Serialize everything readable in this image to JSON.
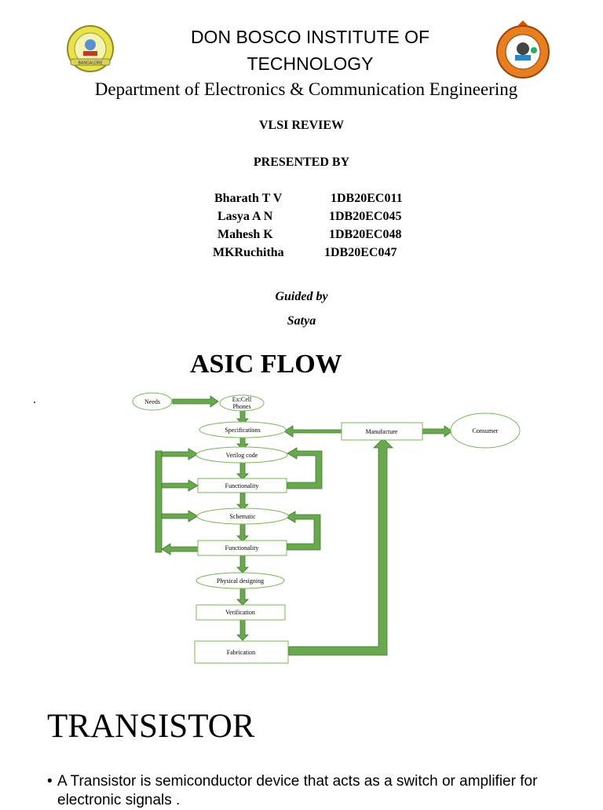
{
  "header": {
    "institute_line1": "DON BOSCO INSTITUTE OF",
    "institute_line2": "TECHNOLOGY",
    "department": "Department of Electronics & Communication Engineering",
    "left_logo_text": "BANGALORE",
    "right_logo_text": ""
  },
  "review_title": "VLSI REVIEW",
  "presented_by": "PRESENTED BY",
  "members": [
    {
      "name": "Bharath T V",
      "usn": "1DB20EC011"
    },
    {
      "name": "Lasya A N",
      "usn": "1DB20EC045"
    },
    {
      "name": "Mahesh K",
      "usn": "1DB20EC048"
    },
    {
      "name": "MKRuchitha",
      "usn": "1DB20EC047"
    }
  ],
  "guided_by": "Guided by",
  "guide_name": "Satya",
  "asic_title": "ASIC FLOW",
  "stray_mark": ".",
  "flow": {
    "needs": "Needs",
    "excell_1": "Ex:Cell",
    "excell_2": "Phones",
    "specifications": "Specifications",
    "manufacture": "Manufacture",
    "consumer": "Consumer",
    "verilog": "Verilog code",
    "functionality1": "Functionality",
    "schematic": "Schematic",
    "functionality2": "Functionality",
    "physical": "Physical designing",
    "verification": "Verification",
    "fabrication": "Fabrication"
  },
  "colors": {
    "arrow_fill": "#6aa84f",
    "arrow_stroke": "#3d7a2a",
    "node_border": "#76b852"
  },
  "transistor_title": "TRANSISTOR",
  "bullet_symbol": "•",
  "bullet_text": "A Transistor is semiconductor device that acts as a switch or amplifier for electronic signals ."
}
